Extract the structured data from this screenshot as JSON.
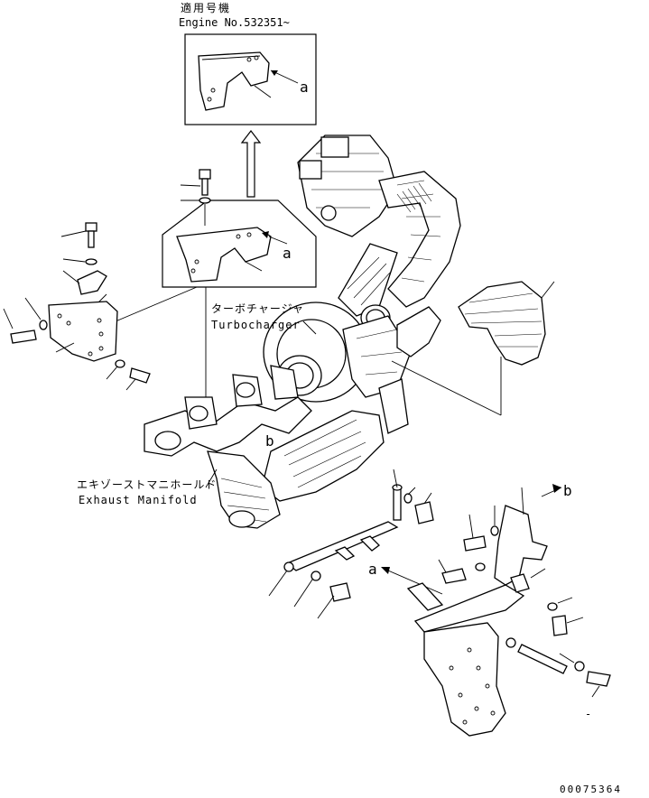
{
  "applicable": {
    "jp": "適用号機",
    "engine": "Engine No.532351~"
  },
  "labels": {
    "turbo_jp": "ターボチャージャ",
    "turbo_en": "Turbocharger",
    "manifold_jp": "エキゾーストマニホールド",
    "manifold_en": "Exhaust Manifold",
    "ref_a": "a",
    "ref_b": "b",
    "dash": "-"
  },
  "drawing_no": "00075364"
}
